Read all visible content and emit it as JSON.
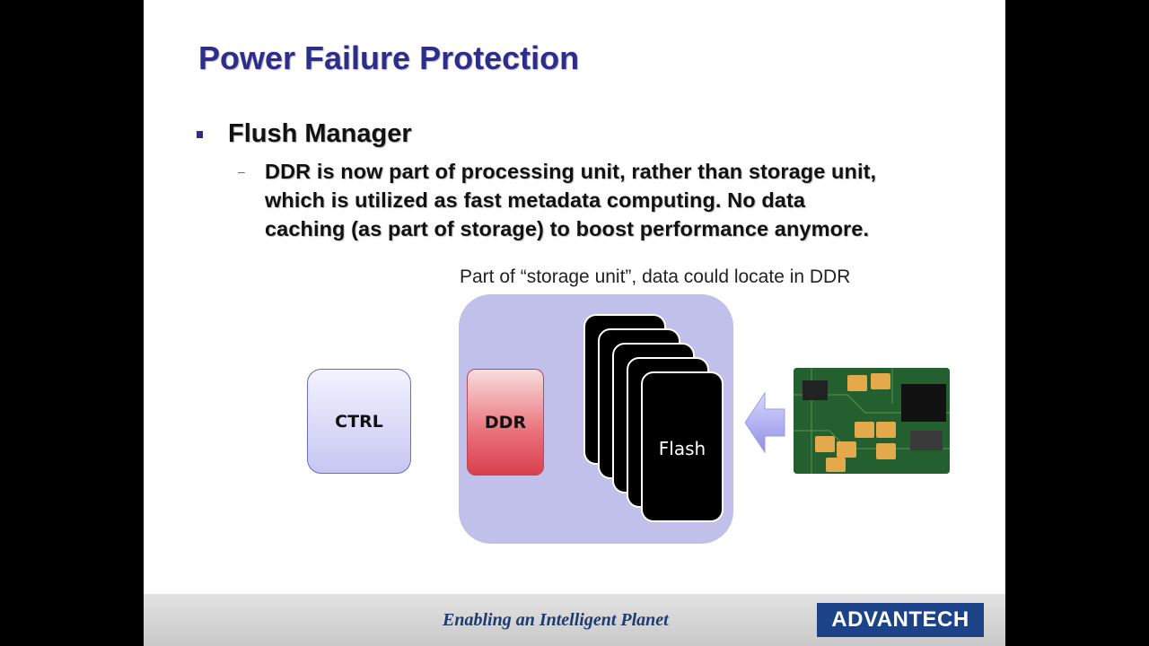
{
  "slide": {
    "title": "Power Failure Protection",
    "bullet": "Flush Manager",
    "sub_marker": "–",
    "sub_lines": [
      "DDR is now part of processing unit, rather than storage unit,",
      "which is utilized as fast metadata computing. No data",
      "caching (as part of storage) to boost performance anymore."
    ]
  },
  "diagram": {
    "caption": "Part of “storage unit”, data could locate in DDR",
    "ctrl_label": "CTRL",
    "ddr_label": "DDR",
    "flash_label": "Flash",
    "arrow_icon": "left-arrow-icon",
    "board_image": "circuit-board-image"
  },
  "footer": {
    "tagline": "Enabling an Intelligent Planet",
    "logo": "ADVANTECH"
  },
  "colors": {
    "title": "#2e2e8a",
    "storage_box": "#c0c0eb",
    "ctrl_fill": "#c6c6f2",
    "ddr_fill": "#e96f7a",
    "flash_fill": "#000000",
    "arrow": "#a9a9f0",
    "logo_bg": "#1c4387",
    "tagline": "#1f3a6e"
  }
}
